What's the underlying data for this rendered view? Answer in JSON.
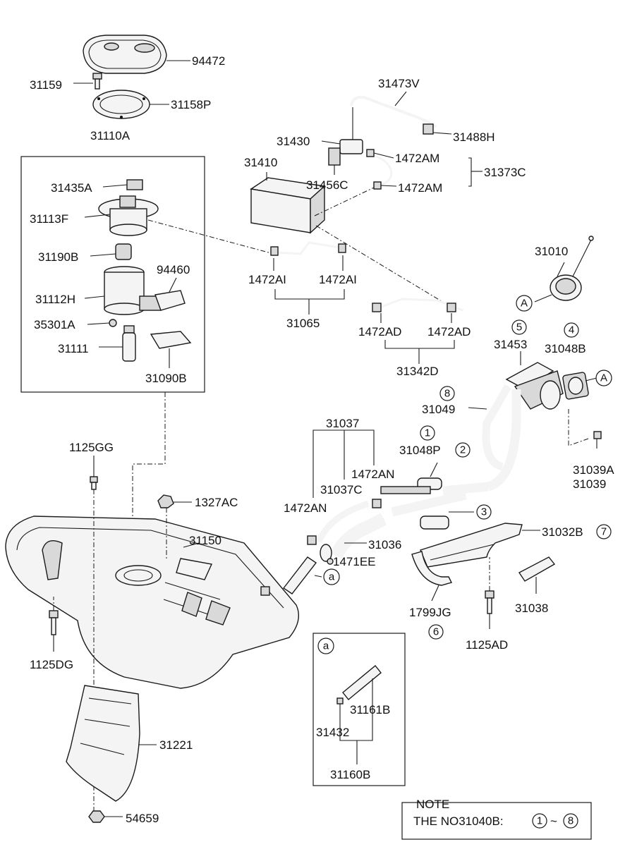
{
  "labels": [
    {
      "id": "l94472",
      "text": "94472"
    },
    {
      "id": "l31159",
      "text": "31159"
    },
    {
      "id": "l31158P",
      "text": "31158P"
    },
    {
      "id": "l31110A",
      "text": "31110A"
    },
    {
      "id": "l31435A",
      "text": "31435A"
    },
    {
      "id": "l31113F",
      "text": "31113F"
    },
    {
      "id": "l31190B",
      "text": "31190B"
    },
    {
      "id": "l94460",
      "text": "94460"
    },
    {
      "id": "l31112H",
      "text": "31112H"
    },
    {
      "id": "l35301A",
      "text": "35301A"
    },
    {
      "id": "l31111",
      "text": "31111"
    },
    {
      "id": "l31090B",
      "text": "31090B"
    },
    {
      "id": "l31473V",
      "text": "31473V"
    },
    {
      "id": "l31430",
      "text": "31430"
    },
    {
      "id": "l31488H",
      "text": "31488H"
    },
    {
      "id": "l31410",
      "text": "31410"
    },
    {
      "id": "l1472AM_a",
      "text": "1472AM"
    },
    {
      "id": "l31373C",
      "text": "31373C"
    },
    {
      "id": "l31456C",
      "text": "31456C"
    },
    {
      "id": "l1472AM_b",
      "text": "1472AM"
    },
    {
      "id": "l31010",
      "text": "31010"
    },
    {
      "id": "l1472AI_a",
      "text": "1472AI"
    },
    {
      "id": "l1472AI_b",
      "text": "1472AI"
    },
    {
      "id": "l31065",
      "text": "31065"
    },
    {
      "id": "l1472AD_a",
      "text": "1472AD"
    },
    {
      "id": "l1472AD_b",
      "text": "1472AD"
    },
    {
      "id": "l31453",
      "text": "31453"
    },
    {
      "id": "l31048B",
      "text": "31048B"
    },
    {
      "id": "l31342D",
      "text": "31342D"
    },
    {
      "id": "l31049",
      "text": "31049"
    },
    {
      "id": "l31037",
      "text": "31037"
    },
    {
      "id": "l31048P",
      "text": "31048P"
    },
    {
      "id": "l1125GG",
      "text": "1125GG"
    },
    {
      "id": "l1472AN_a",
      "text": "1472AN"
    },
    {
      "id": "l31037C",
      "text": "31037C"
    },
    {
      "id": "l31039A",
      "text": "31039A"
    },
    {
      "id": "l31039",
      "text": "31039"
    },
    {
      "id": "l1327AC",
      "text": "1327AC"
    },
    {
      "id": "l1472AN_b",
      "text": "1472AN"
    },
    {
      "id": "l31150",
      "text": "31150"
    },
    {
      "id": "l31036",
      "text": "31036"
    },
    {
      "id": "l31032B",
      "text": "31032B"
    },
    {
      "id": "l1471EE",
      "text": "1471EE"
    },
    {
      "id": "l1799JG",
      "text": "1799JG"
    },
    {
      "id": "l31038",
      "text": "31038"
    },
    {
      "id": "l1125DG",
      "text": "1125DG"
    },
    {
      "id": "l1125AD",
      "text": "1125AD"
    },
    {
      "id": "l31161B",
      "text": "31161B"
    },
    {
      "id": "l31432",
      "text": "31432"
    },
    {
      "id": "l31160B",
      "text": "31160B"
    },
    {
      "id": "l31221",
      "text": "31221"
    },
    {
      "id": "l54659",
      "text": "54659"
    }
  ],
  "markers": [
    {
      "id": "mA1",
      "text": "A"
    },
    {
      "id": "mA2",
      "text": "A"
    },
    {
      "id": "m5",
      "text": "5"
    },
    {
      "id": "m4",
      "text": "4"
    },
    {
      "id": "m8",
      "text": "8"
    },
    {
      "id": "m1",
      "text": "1"
    },
    {
      "id": "m2",
      "text": "2"
    },
    {
      "id": "m3",
      "text": "3"
    },
    {
      "id": "m7",
      "text": "7"
    },
    {
      "id": "m6",
      "text": "6"
    },
    {
      "id": "ma1",
      "text": "a"
    },
    {
      "id": "ma2",
      "text": "a"
    }
  ],
  "note": {
    "title": "NOTE",
    "body": "THE NO31040B:",
    "range_start": "1",
    "range_sep": "~",
    "range_end": "8"
  }
}
